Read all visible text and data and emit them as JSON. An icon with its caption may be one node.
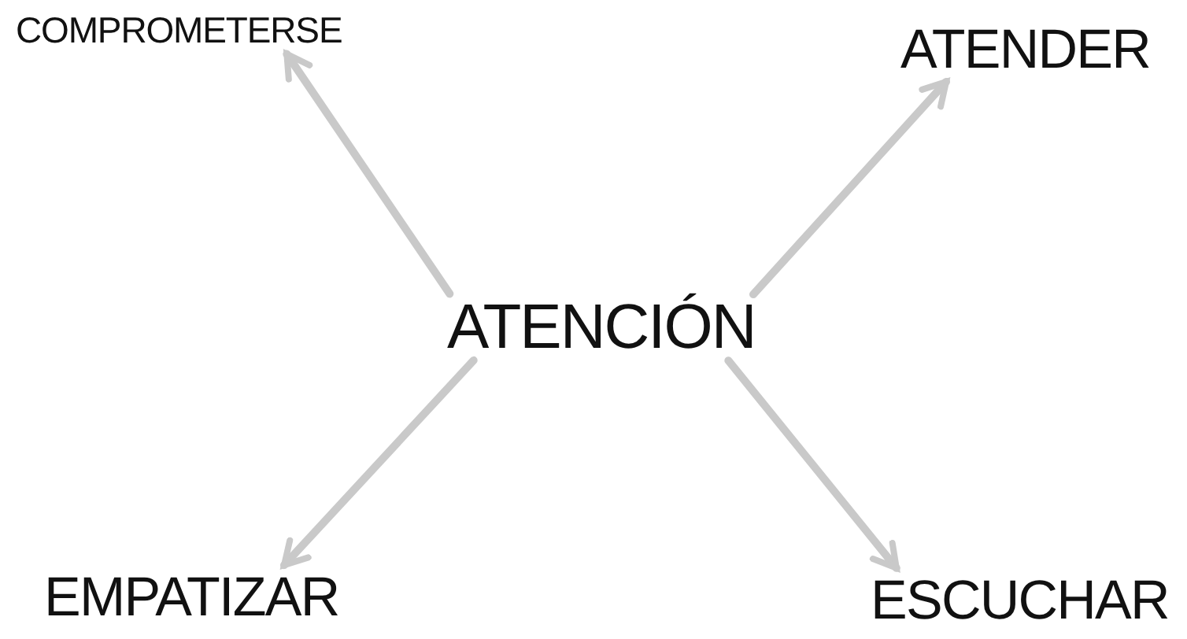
{
  "diagram": {
    "nodes": [
      {
        "text": [
          "COMPROMETERSE"
        ]
      },
      {
        "text": [
          "ATENDER"
        ]
      },
      {
        "text": [
          "ATENCIÓN"
        ]
      },
      {
        "text": [
          "EMPATIZAR"
        ]
      },
      {
        "text": [
          "ESCUCHAR"
        ]
      }
    ],
    "edges": [
      {
        "from": 2,
        "to": 0,
        "arrow": "to"
      },
      {
        "from": 2,
        "to": 1,
        "arrow": "to"
      },
      {
        "from": 2,
        "to": 3,
        "arrow": "to"
      },
      {
        "from": 2,
        "to": 4,
        "arrow": "to"
      }
    ]
  }
}
